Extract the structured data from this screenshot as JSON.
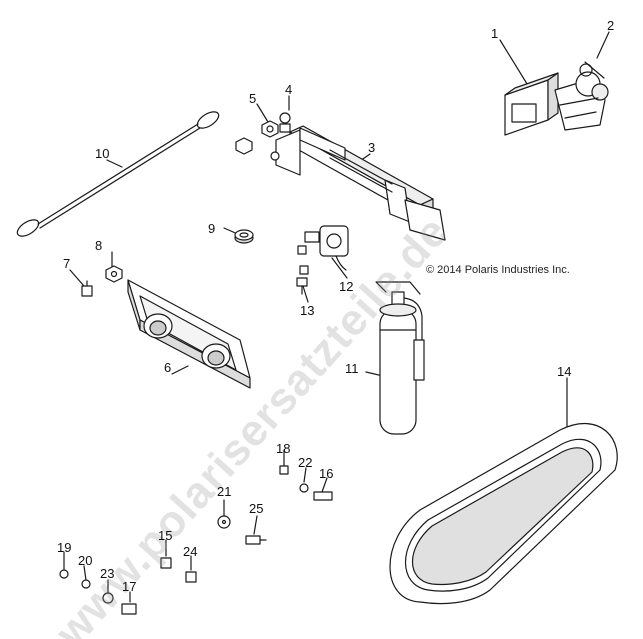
{
  "diagram": {
    "copyright": "© 2014 Polaris Industries Inc.",
    "watermark": "www.polarisersatzteile.de",
    "callouts": [
      "1",
      "2",
      "3",
      "4",
      "5",
      "6",
      "7",
      "8",
      "9",
      "10",
      "11",
      "12",
      "13",
      "14",
      "15",
      "16",
      "17",
      "18",
      "19",
      "20",
      "21",
      "22",
      "23",
      "24",
      "25"
    ],
    "colors": {
      "line": "#1a1a1a",
      "fill": "#ffffff",
      "shade": "#d8d8d8",
      "watermark": "#9a9a9a"
    }
  }
}
